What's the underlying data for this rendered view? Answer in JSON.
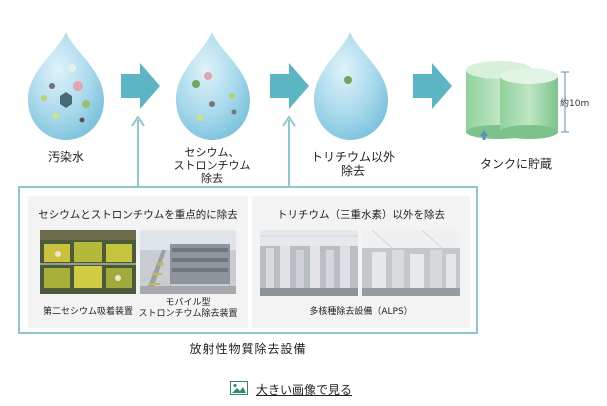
{
  "stages": [
    {
      "label": "汚染水"
    },
    {
      "label": "セシウム、\nストロンチウム\n除去"
    },
    {
      "label": "トリチウム以外\n除去"
    },
    {
      "label": "タンクに貯蔵"
    }
  ],
  "tank": {
    "height_label": "約10m"
  },
  "facilities": {
    "title": "放射性物質除去設備",
    "left_panel": {
      "title": "セシウムとストロンチウムを重点的に除去",
      "captions": [
        "第二セシウム吸着装置",
        "モバイル型\nストロンチウム除去装置"
      ]
    },
    "right_panel": {
      "title": "トリチウム（三重水素）以外を除去",
      "captions": [
        "多核種除去設備（ALPS）"
      ]
    }
  },
  "footer": {
    "link_label": "大きい画像で見る"
  },
  "colors": {
    "water": "#a8d8ea",
    "arrow": "#5bb5c3",
    "tank": "#7fc98f",
    "border": "#8cc8cf"
  }
}
